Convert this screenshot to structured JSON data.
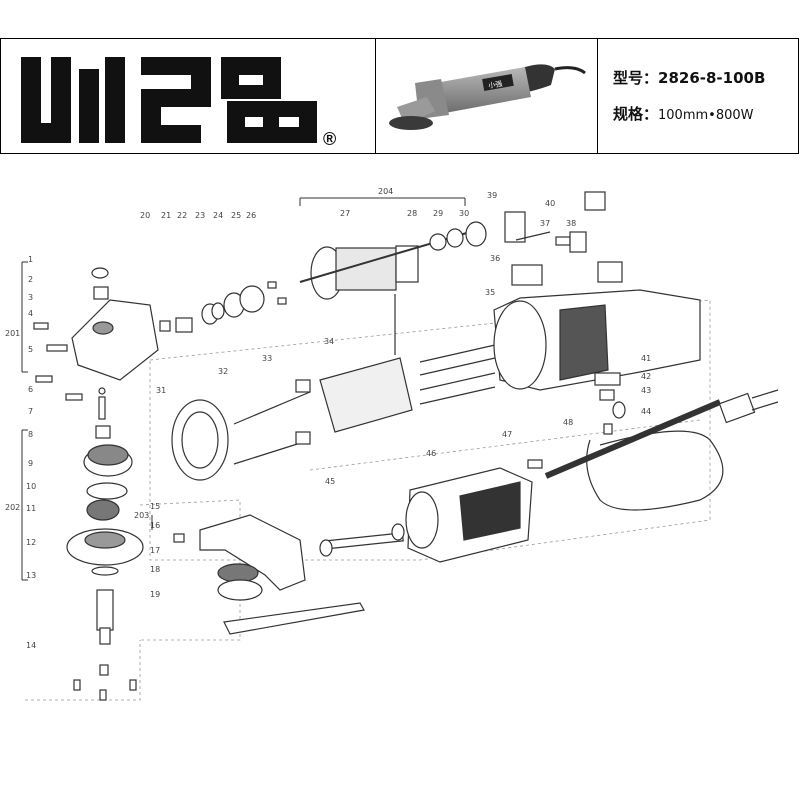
{
  "brand": {
    "name": "小强",
    "registered_mark": "®"
  },
  "specs": {
    "model_label": "型号：",
    "model_value": "2826-8-100B",
    "spec_label": "规格：",
    "spec_value": "100mm•800W"
  },
  "product_photo": {
    "handle_badge": "小强"
  },
  "diagram": {
    "part_numbers": [
      "1",
      "2",
      "3",
      "4",
      "5",
      "6",
      "7",
      "8",
      "9",
      "10",
      "11",
      "12",
      "13",
      "14",
      "15",
      "16",
      "17",
      "18",
      "19",
      "20",
      "21",
      "22",
      "23",
      "24",
      "25",
      "26",
      "27",
      "28",
      "29",
      "30",
      "31",
      "32",
      "33",
      "34",
      "35",
      "36",
      "37",
      "38",
      "39",
      "40",
      "41",
      "42",
      "43",
      "44",
      "45",
      "46",
      "47",
      "48"
    ],
    "group_labels": [
      "201",
      "202",
      "203",
      "204"
    ]
  },
  "colors": {
    "line": "#333333",
    "label": "#444444",
    "dash": "#999999",
    "brand": "#111111"
  }
}
